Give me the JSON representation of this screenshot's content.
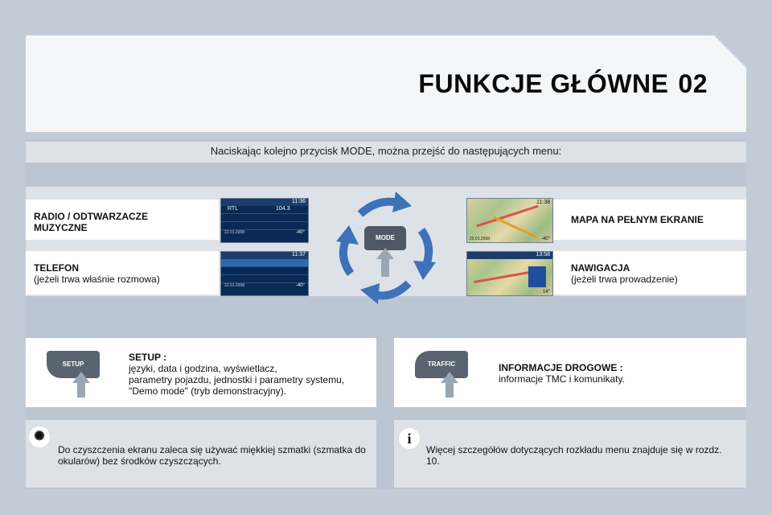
{
  "header": {
    "title": "FUNKCJE GŁÓWNE",
    "chapter": "02"
  },
  "intro": "Naciskając kolejno przycisk MODE, można przejść do następujących menu:",
  "mode_button": "MODE",
  "menus": {
    "radio": {
      "title_line1": "RADIO / ODTWARZACZE",
      "title_line2": "MUZYCZNE"
    },
    "phone": {
      "title": "TELEFON",
      "note": "(jeżeli trwa właśnie rozmowa)"
    },
    "fullmap": {
      "title": "MAPA NA PEŁNYM EKRANIE"
    },
    "navigation": {
      "title": "NAWIGACJA",
      "note": "(jeżeli trwa prowadzenie)"
    }
  },
  "screens": {
    "radio": {
      "time": "11:36",
      "station": "RTL",
      "freq": "104.3",
      "date": "22.01.2008",
      "temp": "-40°"
    },
    "phone": {
      "time": "11:37",
      "date": "22.01.2008",
      "temp": "-40°"
    },
    "map": {
      "time": "11:38",
      "date": "22.01.2008",
      "temp": "-40°"
    },
    "nav": {
      "time": "13:58",
      "temp": "14°"
    }
  },
  "setup": {
    "button": "SETUP",
    "title": "SETUP :",
    "line1": "języki, data i godzina, wyświetlacz,",
    "line2": "parametry pojazdu, jednostki i parametry systemu,",
    "line3": "\"Demo mode\" (tryb demonstracyjny)."
  },
  "traffic": {
    "button": "TRAFFIC",
    "title": "INFORMACJE DROGOWE :",
    "line1": "informacje TMC i komunikaty."
  },
  "tips": {
    "cleaning": "Do czyszczenia ekranu zaleca się używać miękkiej szmatki (szmatka do okularów) bez środków czyszczących.",
    "info": "Więcej szczegółów dotyczących rozkładu menu znajduje się w rozdz. 10."
  },
  "colors": {
    "accent": "#5a6470",
    "panel": "#bcc6d2",
    "band": "#dde2e8"
  }
}
